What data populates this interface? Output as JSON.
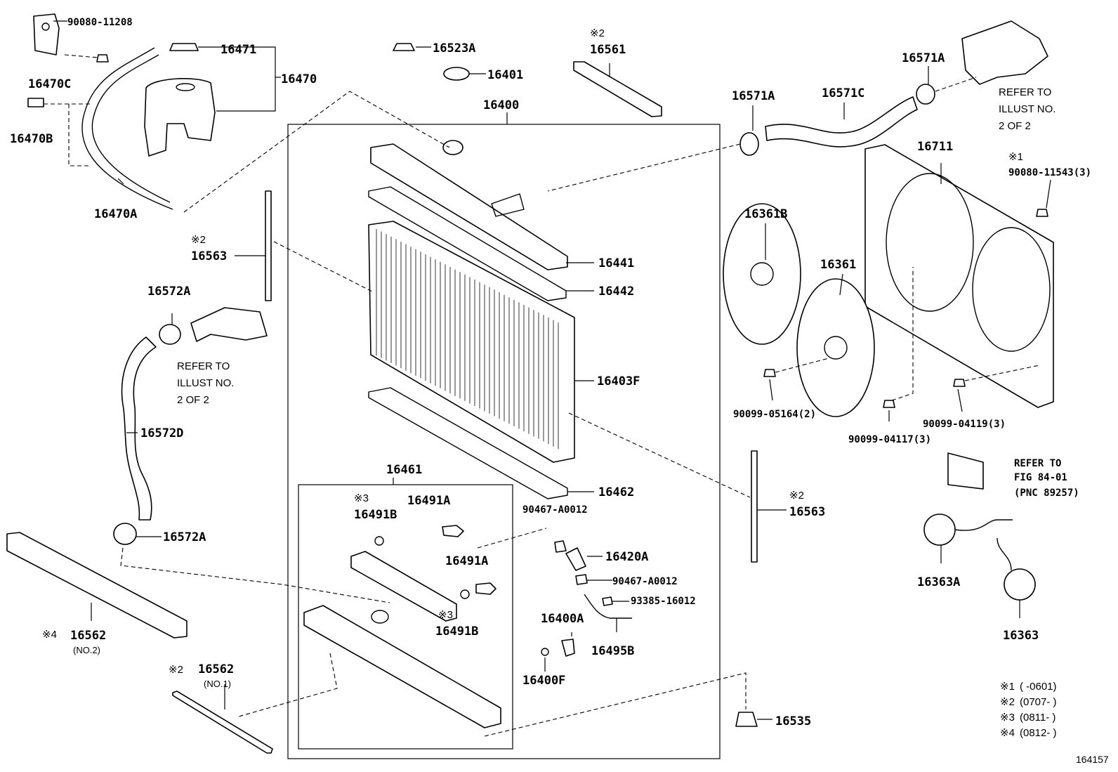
{
  "figure_id": "164157",
  "parts": {
    "p_90080_11208": "90080-11208",
    "p_16470C": "16470C",
    "p_16470B": "16470B",
    "p_16470A": "16470A",
    "p_16471": "16471",
    "p_16470": "16470",
    "p_16523A": "16523A",
    "p_16401": "16401",
    "p_16400": "16400",
    "p_16561": "16561",
    "p_16571A_left": "16571A",
    "p_16571C": "16571C",
    "p_16571A_right": "16571A",
    "p_16563_left": "16563",
    "p_16441": "16441",
    "p_16442": "16442",
    "p_16572A_top": "16572A",
    "p_16403F": "16403F",
    "p_16572D": "16572D",
    "p_16461": "16461",
    "p_16462": "16462",
    "p_16491B_top": "16491B",
    "p_16491A_top": "16491A",
    "p_90467_A0012_a": "90467-A0012",
    "p_16572A_bottom": "16572A",
    "p_16420A": "16420A",
    "p_16491A_mid": "16491A",
    "p_90467_A0012_b": "90467-A0012",
    "p_93385_16012": "93385-16012",
    "p_16491B_bottom": "16491B",
    "p_16400A": "16400A",
    "p_16562_no2": "16562",
    "p_16495B": "16495B",
    "p_16400F": "16400F",
    "p_16562_no1": "16562",
    "p_16535": "16535",
    "p_16711": "16711",
    "p_90080_11543": "90080-11543(3)",
    "p_16361B": "16361B",
    "p_16361": "16361",
    "p_90099_05164": "90099-05164(2)",
    "p_90099_04119": "90099-04119(3)",
    "p_90099_04117": "90099-04117(3)",
    "p_16563_right": "16563",
    "p_16363A": "16363A",
    "p_16363": "16363"
  },
  "marks": {
    "m1": "※1",
    "m2": "※2",
    "m3": "※3",
    "m4": "※4"
  },
  "sub_labels": {
    "no2": "(NO.2)",
    "no1": "(NO.1)"
  },
  "refer_left": [
    "REFER TO",
    "ILLUST NO.",
    "2 OF 2"
  ],
  "refer_right": [
    "REFER TO",
    "ILLUST NO.",
    "2 OF 2"
  ],
  "refer_fig": [
    "REFER TO",
    "FIG 84-01",
    "(PNC 89257)"
  ],
  "legend": [
    {
      "mark": "※1",
      "text": "(        -0601)"
    },
    {
      "mark": "※2",
      "text": "(0707-         )"
    },
    {
      "mark": "※3",
      "text": "(0811-         )"
    },
    {
      "mark": "※4",
      "text": "(0812-         )"
    }
  ]
}
